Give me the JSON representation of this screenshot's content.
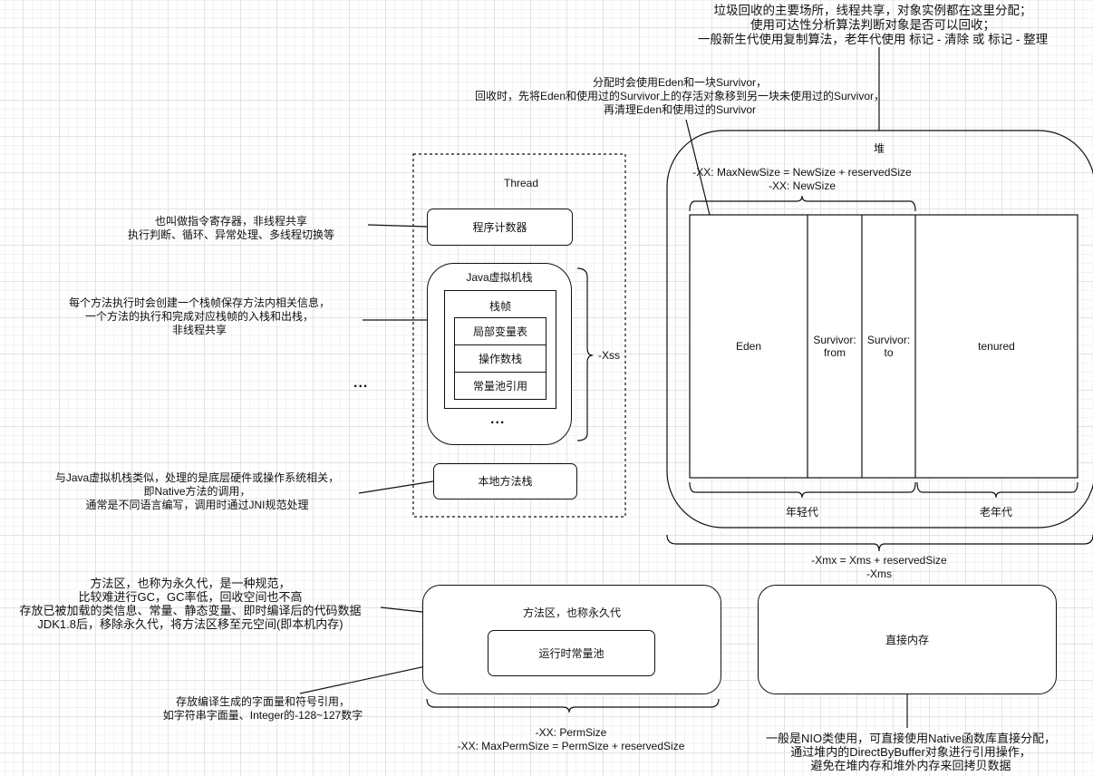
{
  "heap": {
    "title": "堆",
    "note": [
      "垃圾回收的主要场所，线程共享，对象实例都在这里分配；",
      "使用可达性分析算法判断对象是否可以回收；",
      "一般新生代使用复制算法，老年代使用 标记 - 清除 或 标记 - 整理"
    ],
    "survivor_note": [
      "分配时会使用Eden和一块Survivor，",
      "回收时，先将Eden和使用过的Survivor上的存活对象移到另一块未使用过的Survivor，",
      "再清理Eden和使用过的Survivor"
    ],
    "new_size_label": [
      "-XX: MaxNewSize = NewSize + reservedSize",
      "-XX: NewSize"
    ],
    "regions": {
      "eden": "Eden",
      "survivor_from": [
        "Survivor:",
        "from"
      ],
      "survivor_to": [
        "Survivor:",
        "to"
      ],
      "tenured": "tenured"
    },
    "young_gen_label": "年轻代",
    "old_gen_label": "老年代",
    "size_label": [
      "-Xmx = Xms + reservedSize",
      "-Xms"
    ]
  },
  "thread": {
    "title": "Thread",
    "program_counter": {
      "label": "程序计数器",
      "note": [
        "也叫做指令寄存器，非线程共享",
        "执行判断、循环、异常处理、多线程切换等"
      ]
    },
    "jvm_stack": {
      "label": "Java虚拟机栈",
      "frame_label": "栈帧",
      "frame_items": [
        "局部变量表",
        "操作数栈",
        "常量池引用"
      ],
      "ellipsis": "...",
      "size_label": "-Xss",
      "note": [
        "每个方法执行时会创建一个栈帧保存方法内相关信息，",
        "一个方法的执行和完成对应栈帧的入栈和出栈，",
        "非线程共享"
      ]
    },
    "outer_ellipsis": "...",
    "native_stack": {
      "label": "本地方法栈",
      "note": [
        "与Java虚拟机栈类似，处理的是底层硬件或操作系统相关，",
        "即Native方法的调用，",
        "通常是不同语言编写，调用时通过JNI规范处理"
      ]
    }
  },
  "method_area": {
    "title": "方法区，也称永久代",
    "note": [
      "方法区，也称为永久代，是一种规范，",
      "比较难进行GC，GC率低，回收空间也不高",
      "存放已被加载的类信息、常量、静态变量、即时编译后的代码数据",
      "JDK1.8后，移除永久代，将方法区移至元空间(即本机内存)"
    ],
    "runtime_pool": {
      "label": "运行时常量池",
      "note": [
        "存放编译生成的字面量和符号引用，",
        "如字符串字面量、Integer的-128~127数字"
      ]
    },
    "size_label": [
      "-XX: PermSize",
      "-XX: MaxPermSize = PermSize + reservedSize"
    ]
  },
  "direct_memory": {
    "title": "直接内存",
    "note": [
      "一般是NIO类使用，可直接使用Native函数库直接分配，",
      "通过堆内的DirectByBuffer对象进行引用操作，",
      "避免在堆内存和堆外内存来回拷贝数据"
    ]
  }
}
